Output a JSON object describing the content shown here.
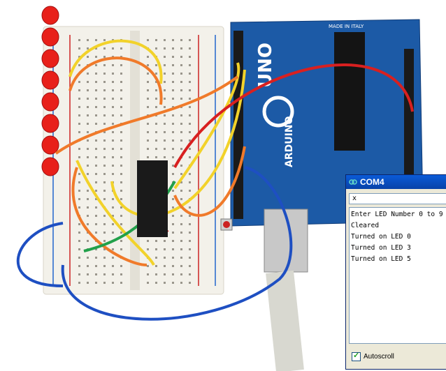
{
  "serial_monitor": {
    "title": "COM4",
    "input_value": "x",
    "output_lines": [
      "Enter LED Number 0 to 9 or",
      "Cleared",
      "Turned on LED 0",
      "Turned on LED 3",
      "Turned on LED 5"
    ],
    "autoscroll_label": "Autoscroll",
    "autoscroll_checked": true
  },
  "arduino_board": {
    "brand": "ARDUINO",
    "model": "UNO",
    "made_in": "MADE IN ITALY"
  },
  "colors": {
    "board": "#1c5aa6",
    "breadboard": "#f2f0ea",
    "led": "#e8201a",
    "title_bar": "#0a5bd8"
  }
}
